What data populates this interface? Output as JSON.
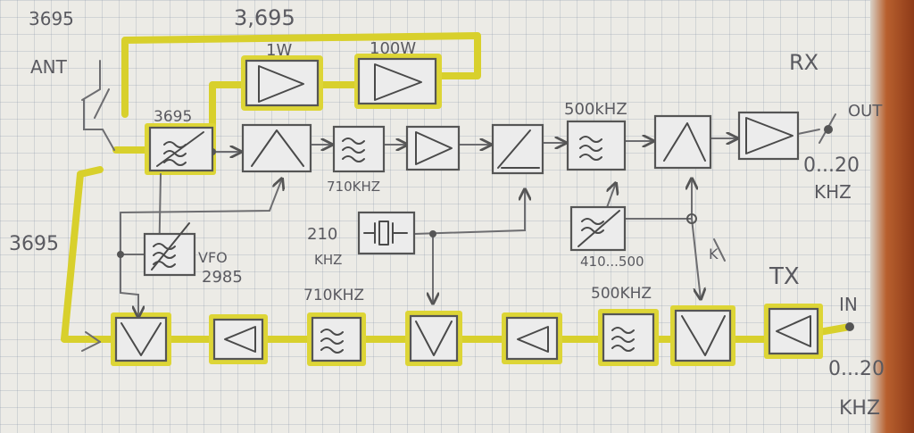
{
  "labels": {
    "corner_freq": "3695",
    "top_freq": "3,695",
    "amp_1w": "1W",
    "amp_100w": "100W",
    "ant": "ANT",
    "rx": "RX",
    "out": "OUT",
    "out_range": "0...20",
    "out_unit": "KHZ",
    "filter_3695": "3695",
    "filter_500khz_top": "500kHZ",
    "filter_710khz_top": "710KHZ",
    "left_freq": "3695",
    "crystal_freq": "210",
    "crystal_unit": "KHZ",
    "vfo": "VFO",
    "vfo_freq": "2985",
    "vfo2_range": "410...500",
    "vfo2_mark": "K",
    "tx": "TX",
    "in": "IN",
    "in_range": "0...20",
    "in_unit": "KHZ",
    "filter_710khz_bottom": "710KHZ",
    "filter_500khz_bottom": "500KHZ"
  },
  "colors": {
    "highlight": "#d8d02c",
    "ink": "#5a5a60",
    "paper": "#ecebe6"
  }
}
